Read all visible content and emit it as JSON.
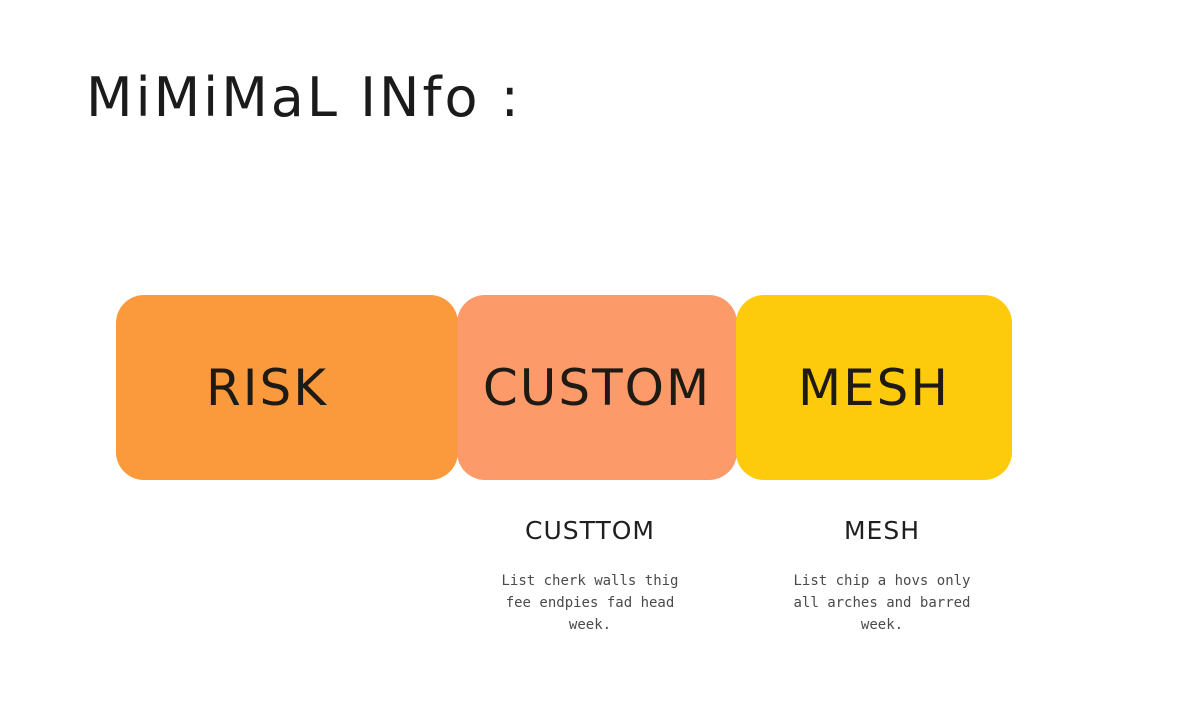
{
  "title": "MiMiMaL INfo :",
  "cards": [
    {
      "label": "RISK",
      "color": "#FB9A3C"
    },
    {
      "label": "CUSTOM",
      "color": "#FC9A6A"
    },
    {
      "label": "MESH",
      "color": "#FECB0C"
    }
  ],
  "captions": [
    {
      "title": "CUSTTOM",
      "lines": [
        "List cherk walls thig",
        "fee endpies fad head",
        "week."
      ]
    },
    {
      "title": "MESH",
      "lines": [
        "List chip a hovs only",
        "all arches and barred",
        "week."
      ]
    }
  ]
}
